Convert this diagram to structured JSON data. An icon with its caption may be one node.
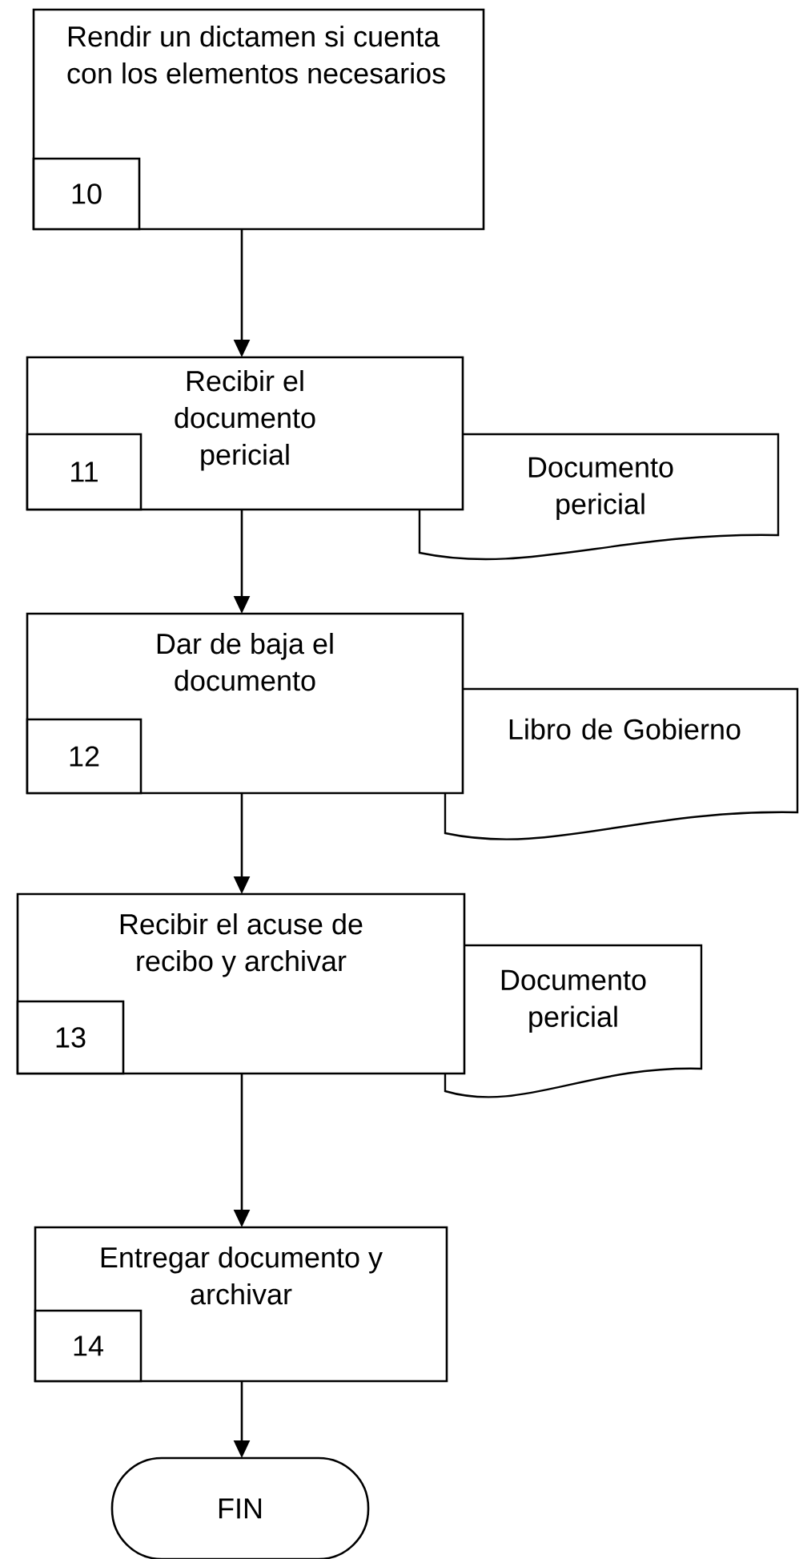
{
  "diagram": {
    "nodes": [
      {
        "text": [
          "Rendir un dictamen si cuenta con los elementos necesarios"
        ]
      },
      {
        "text": [
          "10"
        ],
        "in": 0
      },
      {
        "text": [
          "Recibir el documento pericial"
        ]
      },
      {
        "text": [
          "11"
        ],
        "in": 2
      },
      {
        "text": [
          "Documento pericial"
        ]
      },
      {
        "text": [
          "Dar de baja el documento"
        ]
      },
      {
        "text": [
          "12"
        ],
        "in": 5
      },
      {
        "text": [
          "Libro de Gobierno"
        ]
      },
      {
        "text": [
          "Recibir el acuse de recibo y archivar"
        ]
      },
      {
        "text": [
          "13"
        ],
        "in": 8
      },
      {
        "text": [
          "Documento pericial"
        ]
      },
      {
        "text": [
          "Entregar documento y archivar"
        ]
      },
      {
        "text": [
          "14"
        ],
        "in": 11
      },
      {
        "text": [
          "FIN"
        ]
      }
    ],
    "edges": [
      {
        "from": 0,
        "to": 2,
        "arrow": "to"
      },
      {
        "from": 2,
        "to": 5,
        "arrow": "to"
      },
      {
        "from": 5,
        "to": 8,
        "arrow": "to"
      },
      {
        "from": 8,
        "to": 11,
        "arrow": "to"
      },
      {
        "from": 11,
        "to": 13,
        "arrow": "to"
      }
    ]
  }
}
